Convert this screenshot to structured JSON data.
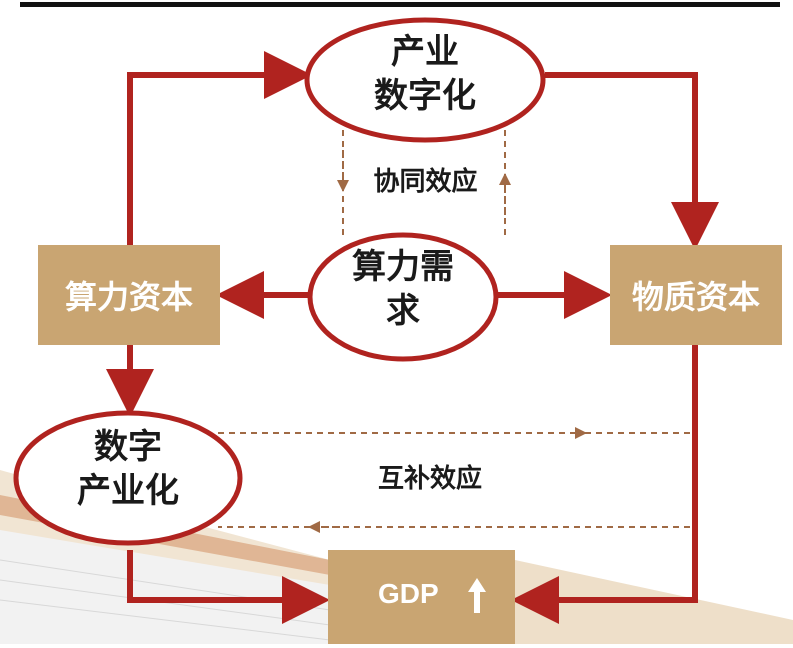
{
  "nodes": {
    "industry_digitalization": {
      "line1": "产业",
      "line2": "数字化"
    },
    "compute_demand": {
      "line1": "算力需",
      "line2": "求"
    },
    "digital_industrialization": {
      "line1": "数字",
      "line2": "产业化"
    },
    "compute_capital": {
      "label": "算力资本"
    },
    "physical_capital": {
      "label": "物质资本"
    },
    "gdp": {
      "label": "GDP"
    }
  },
  "effects": {
    "synergy": "协同效应",
    "complementarity": "互补效应"
  },
  "colors": {
    "arrow_red": "#b0231f",
    "box_tan": "#c9a572",
    "ellipse_border": "#b0231f",
    "dashed_brown": "#a06a45",
    "band_tan": "#d7b48a"
  }
}
